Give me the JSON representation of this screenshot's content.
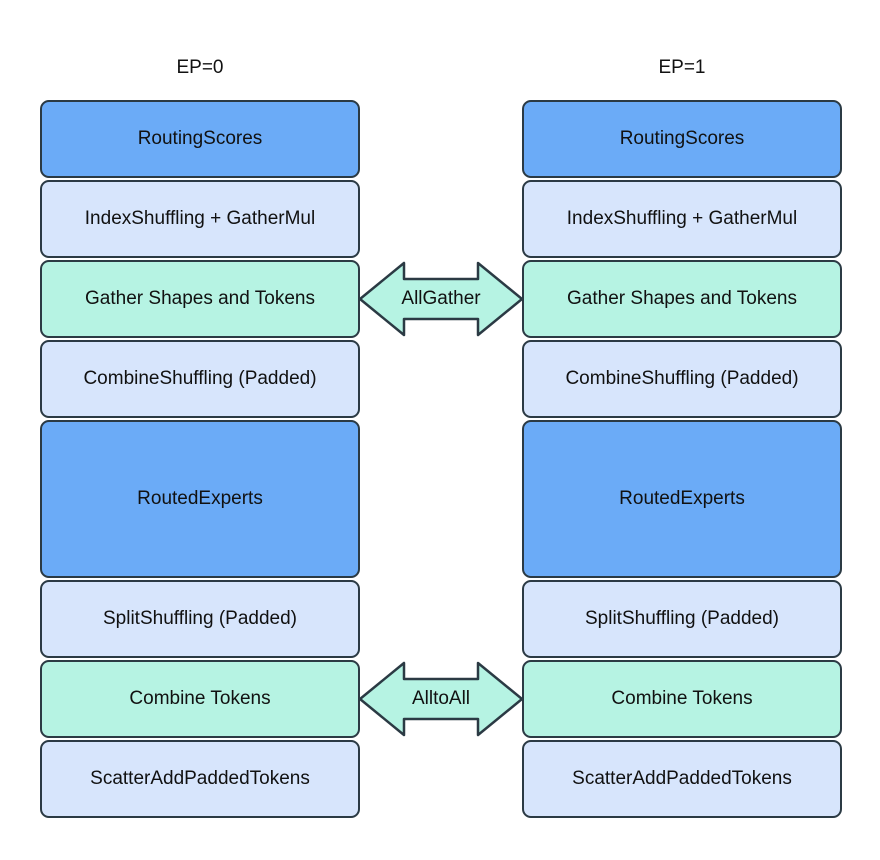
{
  "diagram": {
    "colors": {
      "background": "#ffffff",
      "blue": "#6babf7",
      "light_blue": "#d7e5fc",
      "teal": "#b6f3e3",
      "border": "#2b3a44",
      "text": "#111111"
    },
    "columns": [
      {
        "title": "EP=0",
        "boxes": [
          {
            "label": "RoutingScores"
          },
          {
            "label": "IndexShuffling + GatherMul"
          },
          {
            "label": "Gather Shapes and Tokens"
          },
          {
            "label": "CombineShuffling (Padded)"
          },
          {
            "label": "RoutedExperts"
          },
          {
            "label": "SplitShuffling (Padded)"
          },
          {
            "label": "Combine Tokens"
          },
          {
            "label": "ScatterAddPaddedTokens"
          }
        ]
      },
      {
        "title": "EP=1",
        "boxes": [
          {
            "label": "RoutingScores"
          },
          {
            "label": "IndexShuffling + GatherMul"
          },
          {
            "label": "Gather Shapes and Tokens"
          },
          {
            "label": "CombineShuffling (Padded)"
          },
          {
            "label": "RoutedExperts"
          },
          {
            "label": "SplitShuffling (Padded)"
          },
          {
            "label": "Combine Tokens"
          },
          {
            "label": "ScatterAddPaddedTokens"
          }
        ]
      }
    ],
    "connectors": [
      {
        "label": "AllGather"
      },
      {
        "label": "AlltoAll"
      }
    ]
  }
}
